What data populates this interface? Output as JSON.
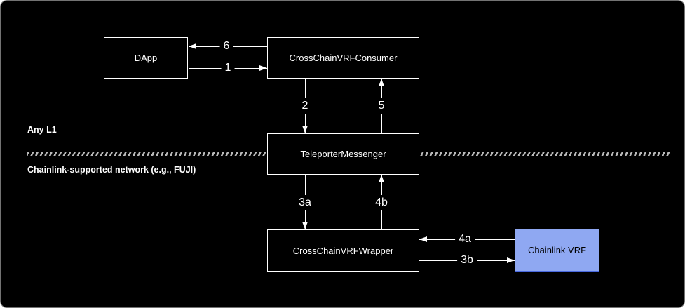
{
  "diagram": {
    "title_hint": "Cross-chain VRF architecture diagram",
    "regions": {
      "top": "Any L1",
      "bottom": "Chainlink-supported network (e.g., FUJI)"
    },
    "nodes": {
      "dapp": "DApp",
      "consumer": "CrossChainVRFConsumer",
      "teleporter": "TeleporterMessenger",
      "wrapper": "CrossChainVRFWrapper",
      "chainlink_vrf": "Chainlink VRF"
    },
    "edges": {
      "e1": "1",
      "e2": "2",
      "e3a": "3a",
      "e3b": "3b",
      "e4a": "4a",
      "e4b": "4b",
      "e5": "5",
      "e6": "6"
    },
    "colors": {
      "canvas_bg": "#000000",
      "line": "#ffffff",
      "text": "#ffffff",
      "divider": "#b8b8b8",
      "chainlink_fill": "#8fa8f2",
      "chainlink_border": "#4a6ae0",
      "chainlink_text": "#000000"
    }
  }
}
